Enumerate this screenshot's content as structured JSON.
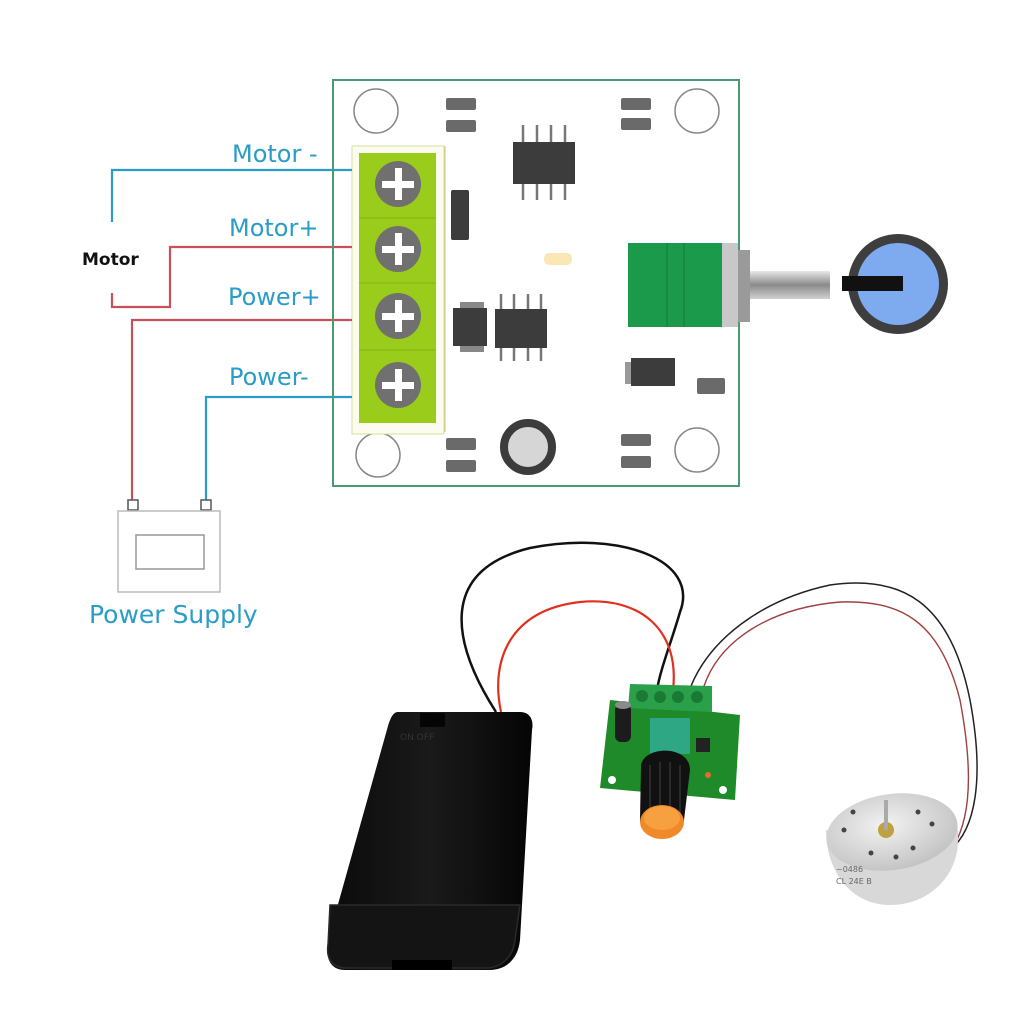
{
  "diagram": {
    "title": "PWM motor speed controller wiring",
    "terminal_labels": [
      "Motor -",
      "Motor+",
      "Power+",
      "Power-"
    ],
    "motor_label": "Motor",
    "power_supply_label": "Power Supply",
    "colors": {
      "label_blue": "#2a9cc7",
      "wire_blue": "#2a9cc7",
      "wire_red": "#c8505a",
      "board_outline": "#4a9a72",
      "terminal_green": "#9acc1c",
      "screw_grey": "#707070",
      "pot_green": "#1a9a4a",
      "knob_blue": "#7eaaf0",
      "chip_dark": "#3c3c3c"
    }
  },
  "photo": {
    "components": [
      "2xAA battery holder",
      "PWM controller board",
      "DC motor"
    ],
    "wire_colors": [
      "black",
      "red"
    ]
  }
}
